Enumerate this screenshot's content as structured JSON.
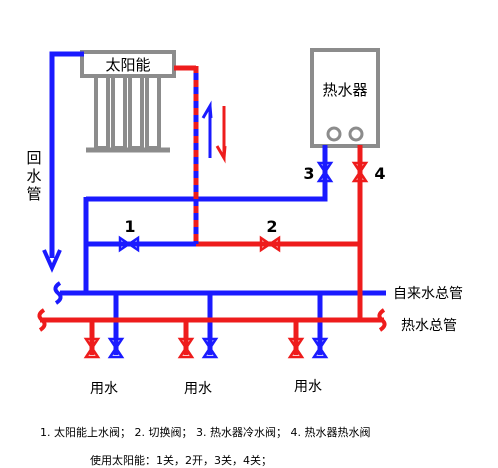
{
  "colors": {
    "cold": "#1a1aff",
    "hot": "#ee1c1c",
    "equipment": "#8c8c8c"
  },
  "solar_label": "太阳能",
  "heater_label": "热水器",
  "return_pipe_label": [
    "回",
    "水",
    "管"
  ],
  "valve_labels": {
    "v1": "1",
    "v2": "2",
    "v3": "3",
    "v4": "4"
  },
  "mains_cold_label": "自来水总管",
  "mains_hot_label": "热水总管",
  "outlet_label": "用水",
  "legend_text": "1. 太阳能上水阀； 2. 切换阀； 3. 热水器冷水阀； 4. 热水器热水阀",
  "usage_text": "使用太阳能：1关，2开，3关，4关；"
}
